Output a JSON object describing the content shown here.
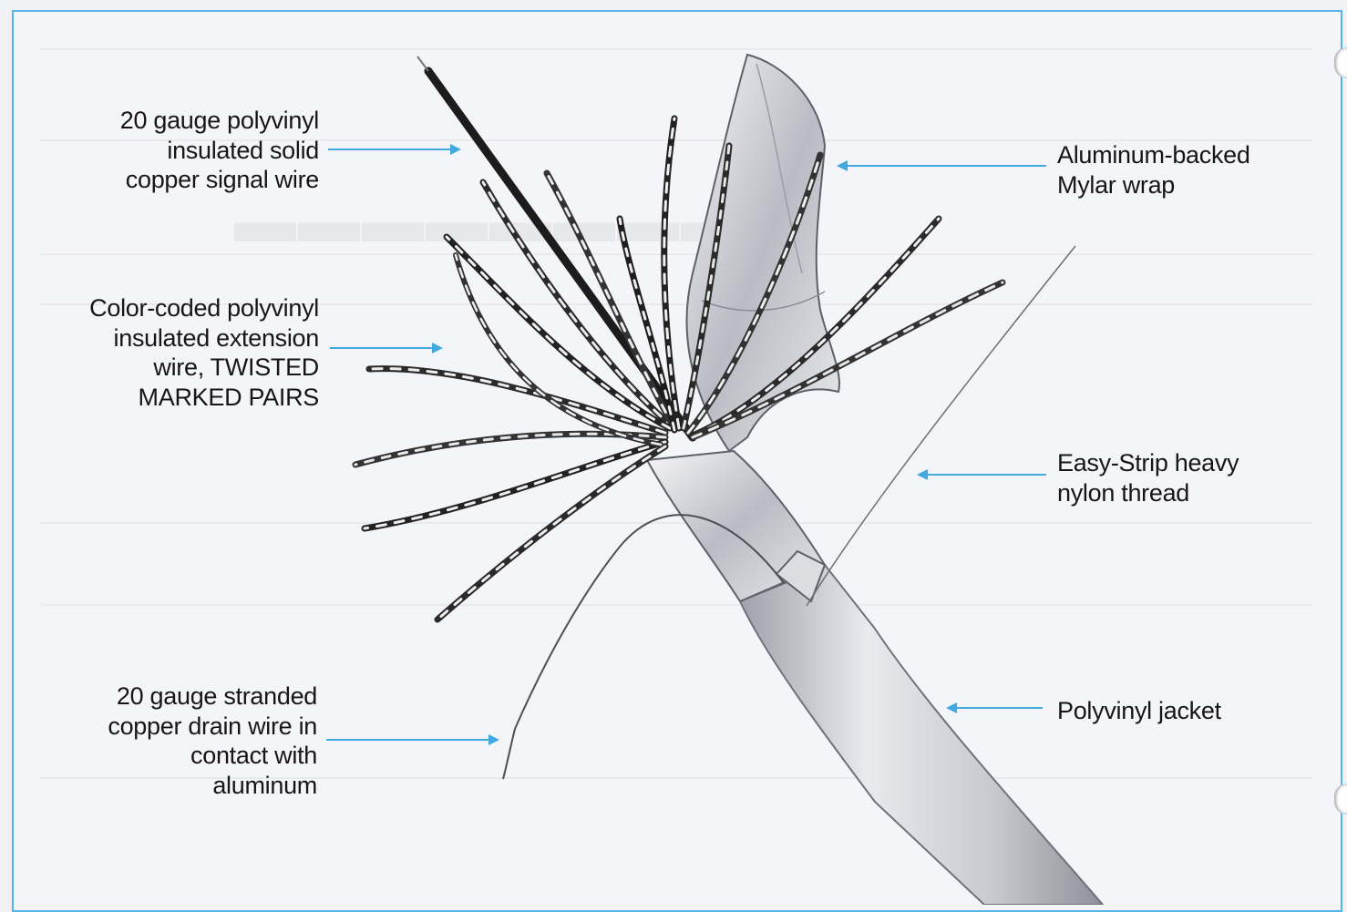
{
  "labels": {
    "signal_wire": "20 gauge polyvinyl\ninsulated solid\ncopper signal wire",
    "extension_wire": "Color-coded polyvinyl\ninsulated extension\nwire, TWISTED\nMARKED PAIRS",
    "drain_wire": "20 gauge stranded\ncopper drain wire in\ncontact with\naluminum",
    "mylar_wrap": "Aluminum-backed\nMylar wrap",
    "nylon_thread": "Easy-Strip heavy\nnylon thread",
    "jacket": "Polyvinyl jacket"
  },
  "colors": {
    "border": "#58b4e6",
    "leader": "#3fa9e0",
    "text": "#161616",
    "background": "#f4f5f8"
  },
  "icons": {
    "binder_hole": "binder-hole-icon"
  }
}
